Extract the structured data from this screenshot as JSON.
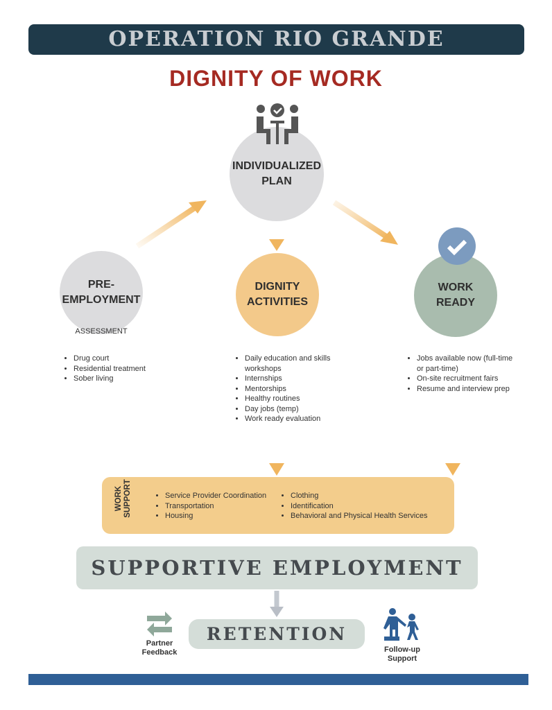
{
  "header": {
    "title": "OPERATION RIO GRANDE"
  },
  "title": "DIGNITY OF WORK",
  "plan": {
    "line1": "INDIVIDUALIZED",
    "line2": "PLAN"
  },
  "pre": {
    "line1": "PRE-",
    "line2": "EMPLOYMENT",
    "sub": "ASSESSMENT",
    "items": [
      "Drug court",
      "Residential treatment",
      "Sober living"
    ]
  },
  "dignity": {
    "line1": "DIGNITY",
    "line2": "ACTIVITIES",
    "items": [
      "Daily education and skills workshops",
      "Internships",
      "Mentorships",
      "Healthy routines",
      "Day jobs (temp)",
      "Work ready evaluation"
    ]
  },
  "ready": {
    "line1": "WORK",
    "line2": "READY",
    "items": [
      "Jobs available now (full-time or part-time)",
      "On-site recruitment fairs",
      "Resume and interview prep"
    ]
  },
  "work_support": {
    "label1": "WORK",
    "label2": "SUPPORT",
    "col1": [
      "Service Provider Coordination",
      "Transportation",
      "Housing"
    ],
    "col2": [
      "Clothing",
      "Identification",
      "Behavioral and Physical Health Services"
    ]
  },
  "supportive": "SUPPORTIVE EMPLOYMENT",
  "retention": "RETENTION",
  "partner": {
    "line1": "Partner",
    "line2": "Feedback"
  },
  "followup": {
    "line1": "Follow-up",
    "line2": "Support"
  },
  "colors": {
    "header": "#1f3a4a",
    "title": "#a52a22",
    "orange": "#f3c98a",
    "green": "#a9bcae",
    "gray": "#dcdcde",
    "blue": "#2f5f96"
  }
}
